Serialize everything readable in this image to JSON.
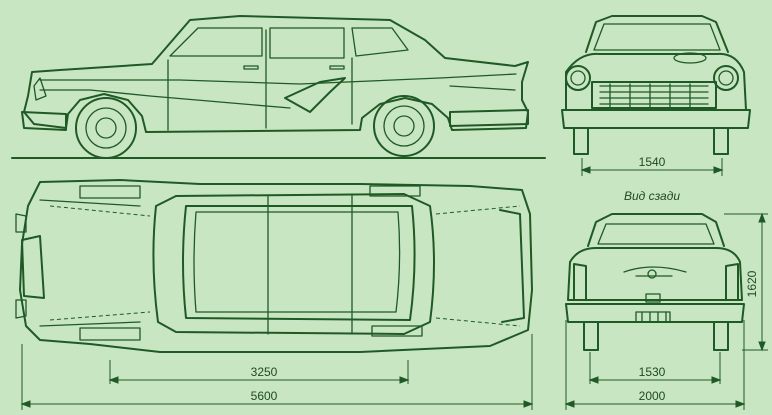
{
  "colors": {
    "background": "#c9e6c2",
    "line": "#1f5a26"
  },
  "views": {
    "side": "side-view",
    "front": "front-view",
    "top": "top-view",
    "rear": "rear-view"
  },
  "labels": {
    "rear_view_caption": "Вид сзади"
  },
  "dimensions": {
    "front_track": "1540",
    "rear_track": "1530",
    "overall_width": "2000",
    "height": "1620",
    "wheelbase": "3250",
    "overall_length": "5600"
  }
}
